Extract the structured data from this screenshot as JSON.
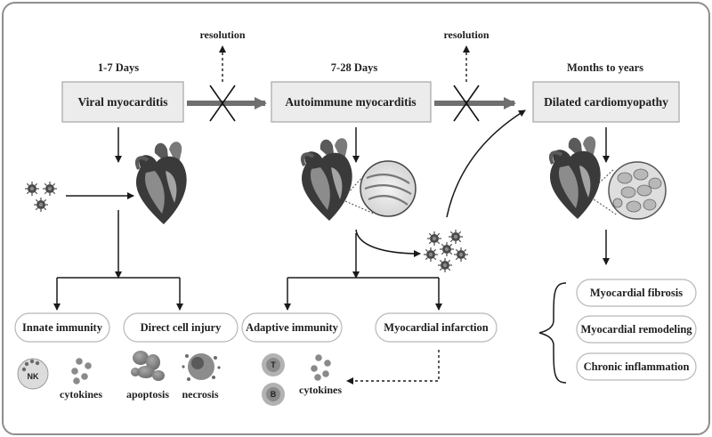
{
  "stages": [
    {
      "period": "1-7 Days",
      "title": "Viral myocarditis"
    },
    {
      "period": "7-28 Days",
      "title": "Autoimmune myocarditis"
    },
    {
      "period": "Months to years",
      "title": "Dilated cardiomyopathy"
    }
  ],
  "resolution_labels": [
    "resolution",
    "resolution"
  ],
  "branches": {
    "innate_immunity": "Innate immunity",
    "direct_cell_injury": "Direct cell injury",
    "adaptive_immunity": "Adaptive immunity",
    "myocardial_infarction": "Myocardial infarction"
  },
  "cell_labels": {
    "nk": "NK",
    "t_cell": "T",
    "b_cell": "B",
    "cytokines_1": "cytokines",
    "cytokines_2": "cytokines",
    "apoptosis": "apoptosis",
    "necrosis": "necrosis"
  },
  "outcomes": [
    "Myocardial fibrosis",
    "Myocardial remodeling",
    "Chronic inflammation"
  ],
  "colors": {
    "frame": "#8e8e8e",
    "box_fill": "#ececec",
    "arrow": "#6f6f6f",
    "heart_dark": "#3a3a3a",
    "heart_mid": "#7a7a7a"
  }
}
